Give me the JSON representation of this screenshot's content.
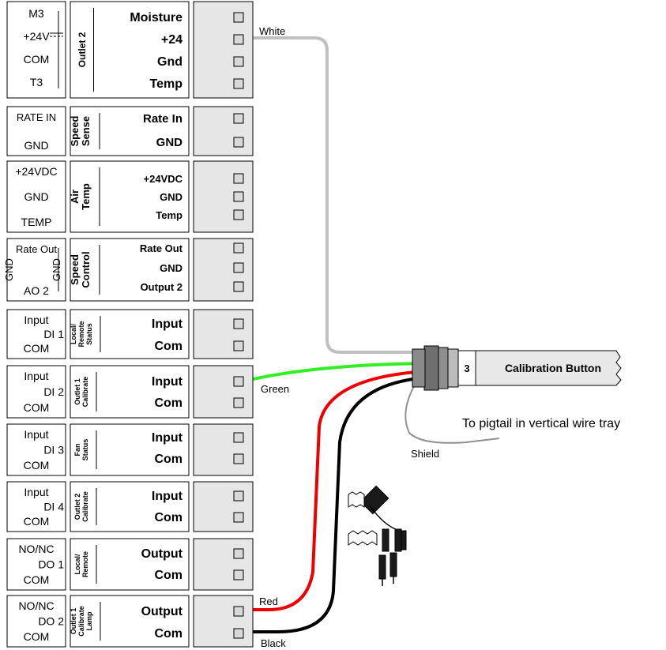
{
  "colors": {
    "white_wire": "#c0c0c0",
    "green_wire": "#33ee22",
    "red_wire": "#ee0000",
    "black_wire": "#000000",
    "shield_wire": "#909090",
    "terminal_fill": "#e6e6e6"
  },
  "rows": [
    {
      "left": [
        "M3",
        "+24V",
        "COM",
        "T3"
      ],
      "side": [
        "Outlet 2"
      ],
      "right": [
        "Moisture",
        "+24",
        "Gnd",
        "Temp"
      ]
    },
    {
      "left": [
        "RATE IN",
        "GND"
      ],
      "side": [
        "Speed",
        "Sense"
      ],
      "right": [
        "Rate In",
        "GND"
      ]
    },
    {
      "left": [
        "+24VDC",
        "GND",
        "TEMP"
      ],
      "side": [
        "Air",
        "Temp"
      ],
      "right": [
        "+24VDC",
        "GND",
        "Temp"
      ]
    },
    {
      "left": [
        "Rate Out",
        "AO 2"
      ],
      "left_rot": [
        "GND",
        "GND"
      ],
      "side": [
        "Speed",
        "Control"
      ],
      "right": [
        "Rate Out",
        "GND",
        "Output 2"
      ]
    },
    {
      "left": [
        "Input",
        "DI 1",
        "COM"
      ],
      "side": [
        "Local/",
        "Remote",
        "Status"
      ],
      "right": [
        "Input",
        "Com"
      ]
    },
    {
      "left": [
        "Input",
        "DI 2",
        "COM"
      ],
      "side": [
        "Outlet 1",
        "Calibrate"
      ],
      "right": [
        "Input",
        "Com"
      ]
    },
    {
      "left": [
        "Input",
        "DI 3",
        "COM"
      ],
      "side": [
        "Fan",
        "Status"
      ],
      "right": [
        "Input",
        "Com"
      ]
    },
    {
      "left": [
        "Input",
        "DI 4",
        "COM"
      ],
      "side": [
        "Outlet 2",
        "Calibrate"
      ],
      "right": [
        "Input",
        "Com"
      ]
    },
    {
      "left": [
        "NO/NC",
        "DO 1",
        "COM"
      ],
      "side": [
        "Local/",
        "Remote"
      ],
      "right": [
        "Output",
        "Com"
      ]
    },
    {
      "left": [
        "NO/NC",
        "DO 2",
        "COM"
      ],
      "side": [
        "Outlet 1",
        "Calibrate",
        "Lamp"
      ],
      "right": [
        "Output",
        "Com"
      ]
    }
  ],
  "wires": {
    "white": "White",
    "green": "Green",
    "red": "Red",
    "black": "Black",
    "shield": "Shield"
  },
  "cable": {
    "number": "3",
    "label": "Calibration Button"
  },
  "note": "To pigtail in vertical wire tray"
}
